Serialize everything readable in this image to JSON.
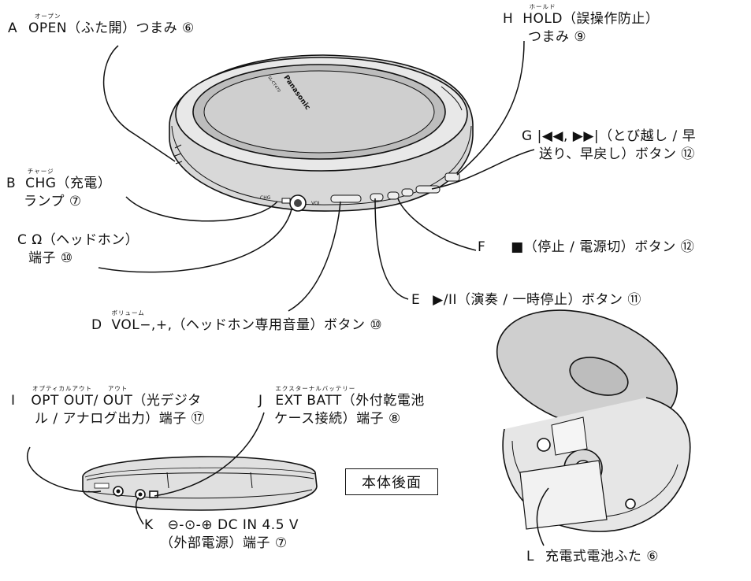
{
  "labels": {
    "a": {
      "letter": "A",
      "ruby": "オープン",
      "ruby_base": "OPEN",
      "text": "（ふた開）つまみ ⑥"
    },
    "b": {
      "letter": "B",
      "ruby": "チャージ",
      "ruby_base": "CHG",
      "text": "（充電）",
      "line2": "ランプ ⑦"
    },
    "c": {
      "letter": "C",
      "icon": "Ω",
      "text": "（ヘッドホン）",
      "line2": "端子 ⑩"
    },
    "d": {
      "letter": "D",
      "ruby": "ボリューム",
      "ruby_base": "VOL",
      "text": "−,+,（ヘッドホン専用音量）ボタン ⑩"
    },
    "e": {
      "letter": "E",
      "text": "▶/II（演奏 / 一時停止）ボタン ⑪"
    },
    "f": {
      "letter": "F",
      "text": "（停止 / 電源切）ボタン ⑫"
    },
    "g": {
      "letter": "G",
      "text": "|◀◀, ▶▶|（とび越し / 早",
      "line2": "送り、早戻し）ボタン ⑫"
    },
    "h": {
      "letter": "H",
      "ruby": "ホールド",
      "ruby_base": "HOLD",
      "text": "（誤操作防止）",
      "line2": "つまみ ⑨"
    },
    "i": {
      "letter": "I",
      "ruby1": "オプティカルアウト",
      "base1": "OPT OUT",
      "sep": "/",
      "ruby2": "アウト",
      "base2": "OUT",
      "text": "（光デジタ",
      "line2": "ル / アナログ出力）端子 ⑰"
    },
    "j": {
      "letter": "J",
      "ruby": "エクスターナルバッテリー",
      "ruby_base": "EXT BATT",
      "text": "（外付乾電池",
      "line2": "ケース接続）端子 ⑧"
    },
    "k": {
      "letter": "K",
      "symbol": "⊖-⊙-⊕",
      "text": "DC IN 4.5 V",
      "line2": "（外部電源）端子 ⑦"
    },
    "l": {
      "letter": "L",
      "text": "充電式電池ふた ⑥"
    }
  },
  "rear_view_box": "本体後面",
  "device_text": {
    "brand": "Panasonic",
    "model": "SL-CT470",
    "vol": "VOL",
    "chg": "CHG"
  }
}
